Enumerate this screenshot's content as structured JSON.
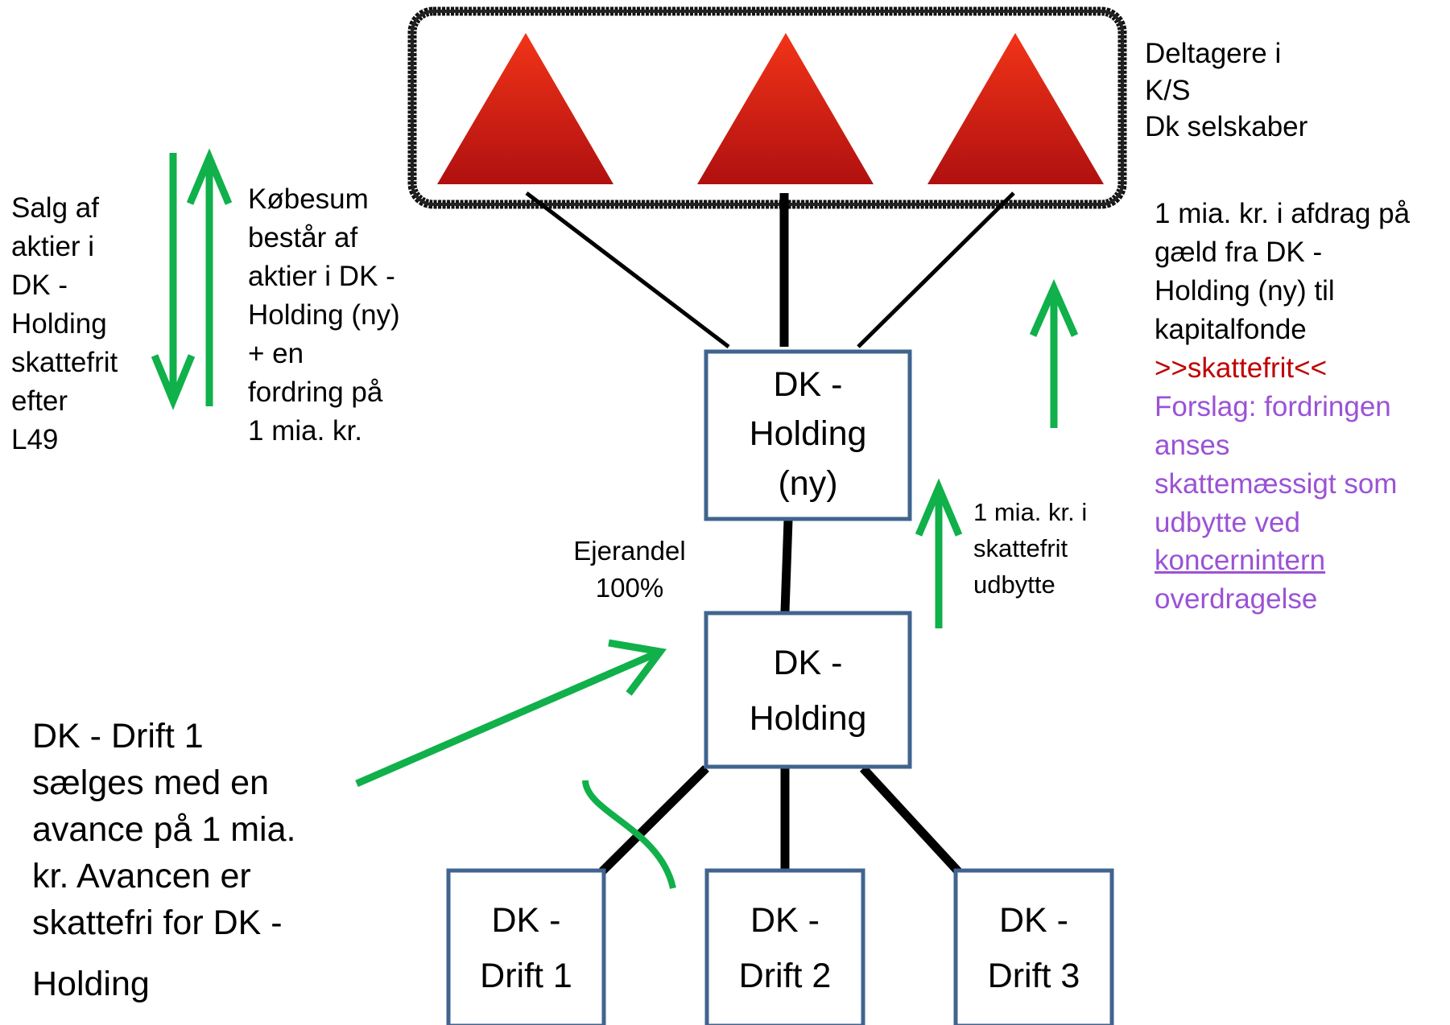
{
  "participants": {
    "label_lines": [
      "Deltagere i",
      "K/S",
      "Dk selskaber"
    ]
  },
  "entities": {
    "holding_new": {
      "lines": [
        "DK -",
        "Holding",
        "(ny)"
      ]
    },
    "holding": {
      "lines": [
        "DK -",
        "Holding"
      ]
    },
    "drift1": {
      "lines": [
        "DK -",
        "Drift 1"
      ]
    },
    "drift2": {
      "lines": [
        "DK -",
        "Drift 2"
      ]
    },
    "drift3": {
      "lines": [
        "DK -",
        "Drift 3"
      ]
    }
  },
  "annotations": {
    "sale": {
      "lines": [
        "Salg af",
        "aktier i",
        "DK -",
        "Holding",
        "skattefrit",
        "efter",
        "L49"
      ]
    },
    "purchase_price": {
      "lines": [
        "Købesum",
        "består af",
        "aktier i DK -",
        "Holding (ny)",
        "+ en",
        "fordring  på",
        "1 mia. kr."
      ]
    },
    "ownership": {
      "lines": [
        "Ejerandel",
        "100%"
      ]
    },
    "dividend": {
      "lines": [
        "1 mia. kr.  i",
        "skattefrit",
        "udbytte"
      ]
    },
    "drift_sale": {
      "lines": [
        "DK - Drift 1",
        "sælges med en",
        "avance på 1 mia.",
        "kr.  Avancen er",
        "skattefri for DK -",
        "Holding"
      ]
    },
    "repayment": {
      "lines": [
        "1 mia. kr. i afdrag på",
        "gæld fra DK -",
        "Holding (ny) til",
        "kapitalfonde"
      ],
      "tax_free_note": ">>skattefrit<<",
      "proposal_lines": [
        "Forslag: fordringen",
        "anses",
        "skattemæssigt som",
        "udbytte ved"
      ],
      "proposal_link": "koncernintern",
      "proposal_end": "overdragelse"
    }
  },
  "colors": {
    "arrow_green": "#10b04a",
    "box_border": "#41648f",
    "triangle_top": "#f23418",
    "triangle_bottom": "#b01010",
    "tax_free_red": "#c00000",
    "proposal_purple": "#9b52d6"
  }
}
